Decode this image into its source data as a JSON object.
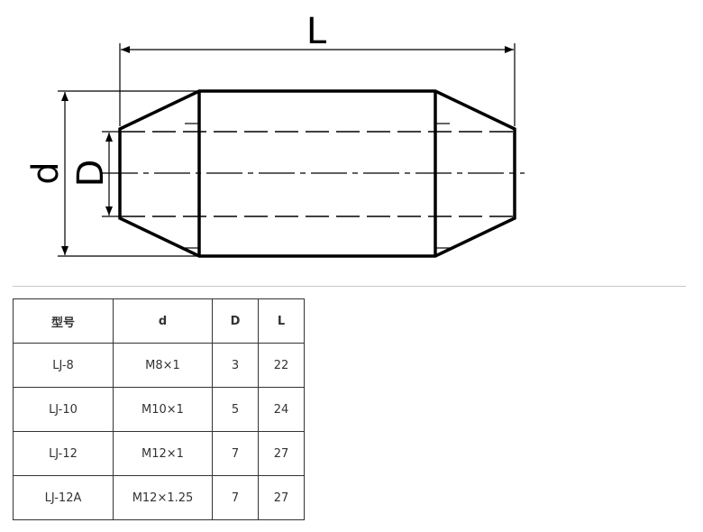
{
  "drawing": {
    "labels": {
      "length": "L",
      "outer_diameter": "d",
      "inner_diameter": "D"
    }
  },
  "table": {
    "headers": [
      "型号",
      "d",
      "D",
      "L"
    ],
    "rows": [
      [
        "LJ-8",
        "M8×1",
        "3",
        "22"
      ],
      [
        "LJ-10",
        "M10×1",
        "5",
        "24"
      ],
      [
        "LJ-12",
        "M12×1",
        "7",
        "27"
      ],
      [
        "LJ-12A",
        "M12×1.25",
        "7",
        "27"
      ]
    ]
  }
}
